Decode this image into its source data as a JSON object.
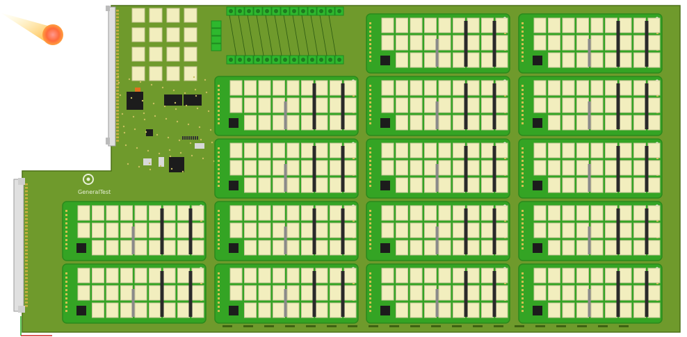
{
  "board": {
    "brand": "GeneralTest",
    "model": "",
    "colors": {
      "pcb": "#6f9a2c",
      "pcb_dark": "#5a8222",
      "module": "#34a424",
      "module_edge": "#2a8a1c",
      "relay": "#f2eebe",
      "relay_shadow": "#c9c59a",
      "terminal": "#2eb82e",
      "chip": "#1c1c1c",
      "connector": "#e0e0e0"
    }
  },
  "layout": {
    "top_modules": 10,
    "left_bottom_modules": 2,
    "relay_rows_per_module": 3,
    "relay_cols_per_module": 9,
    "control_relays_rows": 4,
    "control_relays_cols": 4
  }
}
